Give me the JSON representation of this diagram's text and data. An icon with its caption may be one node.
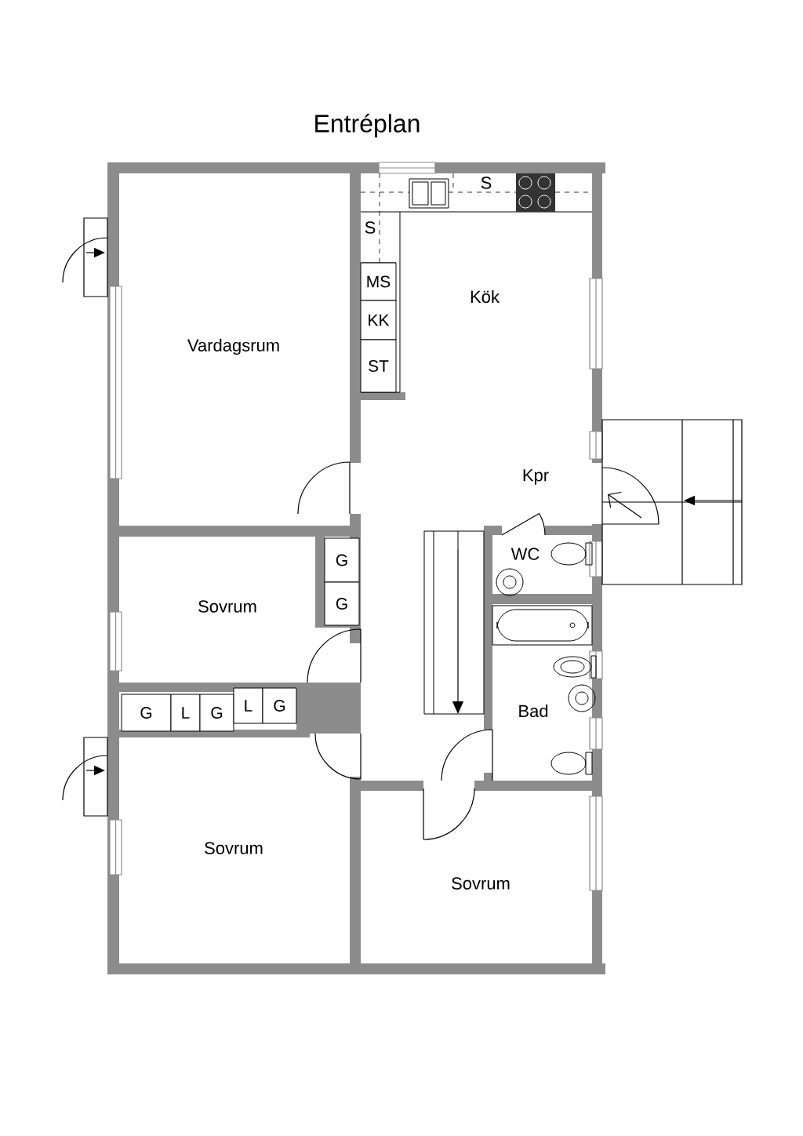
{
  "diagram": {
    "title": "Entréplan",
    "labels": [
      "S",
      "S",
      "MS",
      "Kök",
      "KK",
      "Vardagsrum",
      "ST",
      "Kpr",
      "WC",
      "G",
      "Sovrum",
      "G",
      "G",
      "L",
      "G",
      "L",
      "G",
      "Bad",
      "Sovrum",
      "Sovrum"
    ]
  }
}
